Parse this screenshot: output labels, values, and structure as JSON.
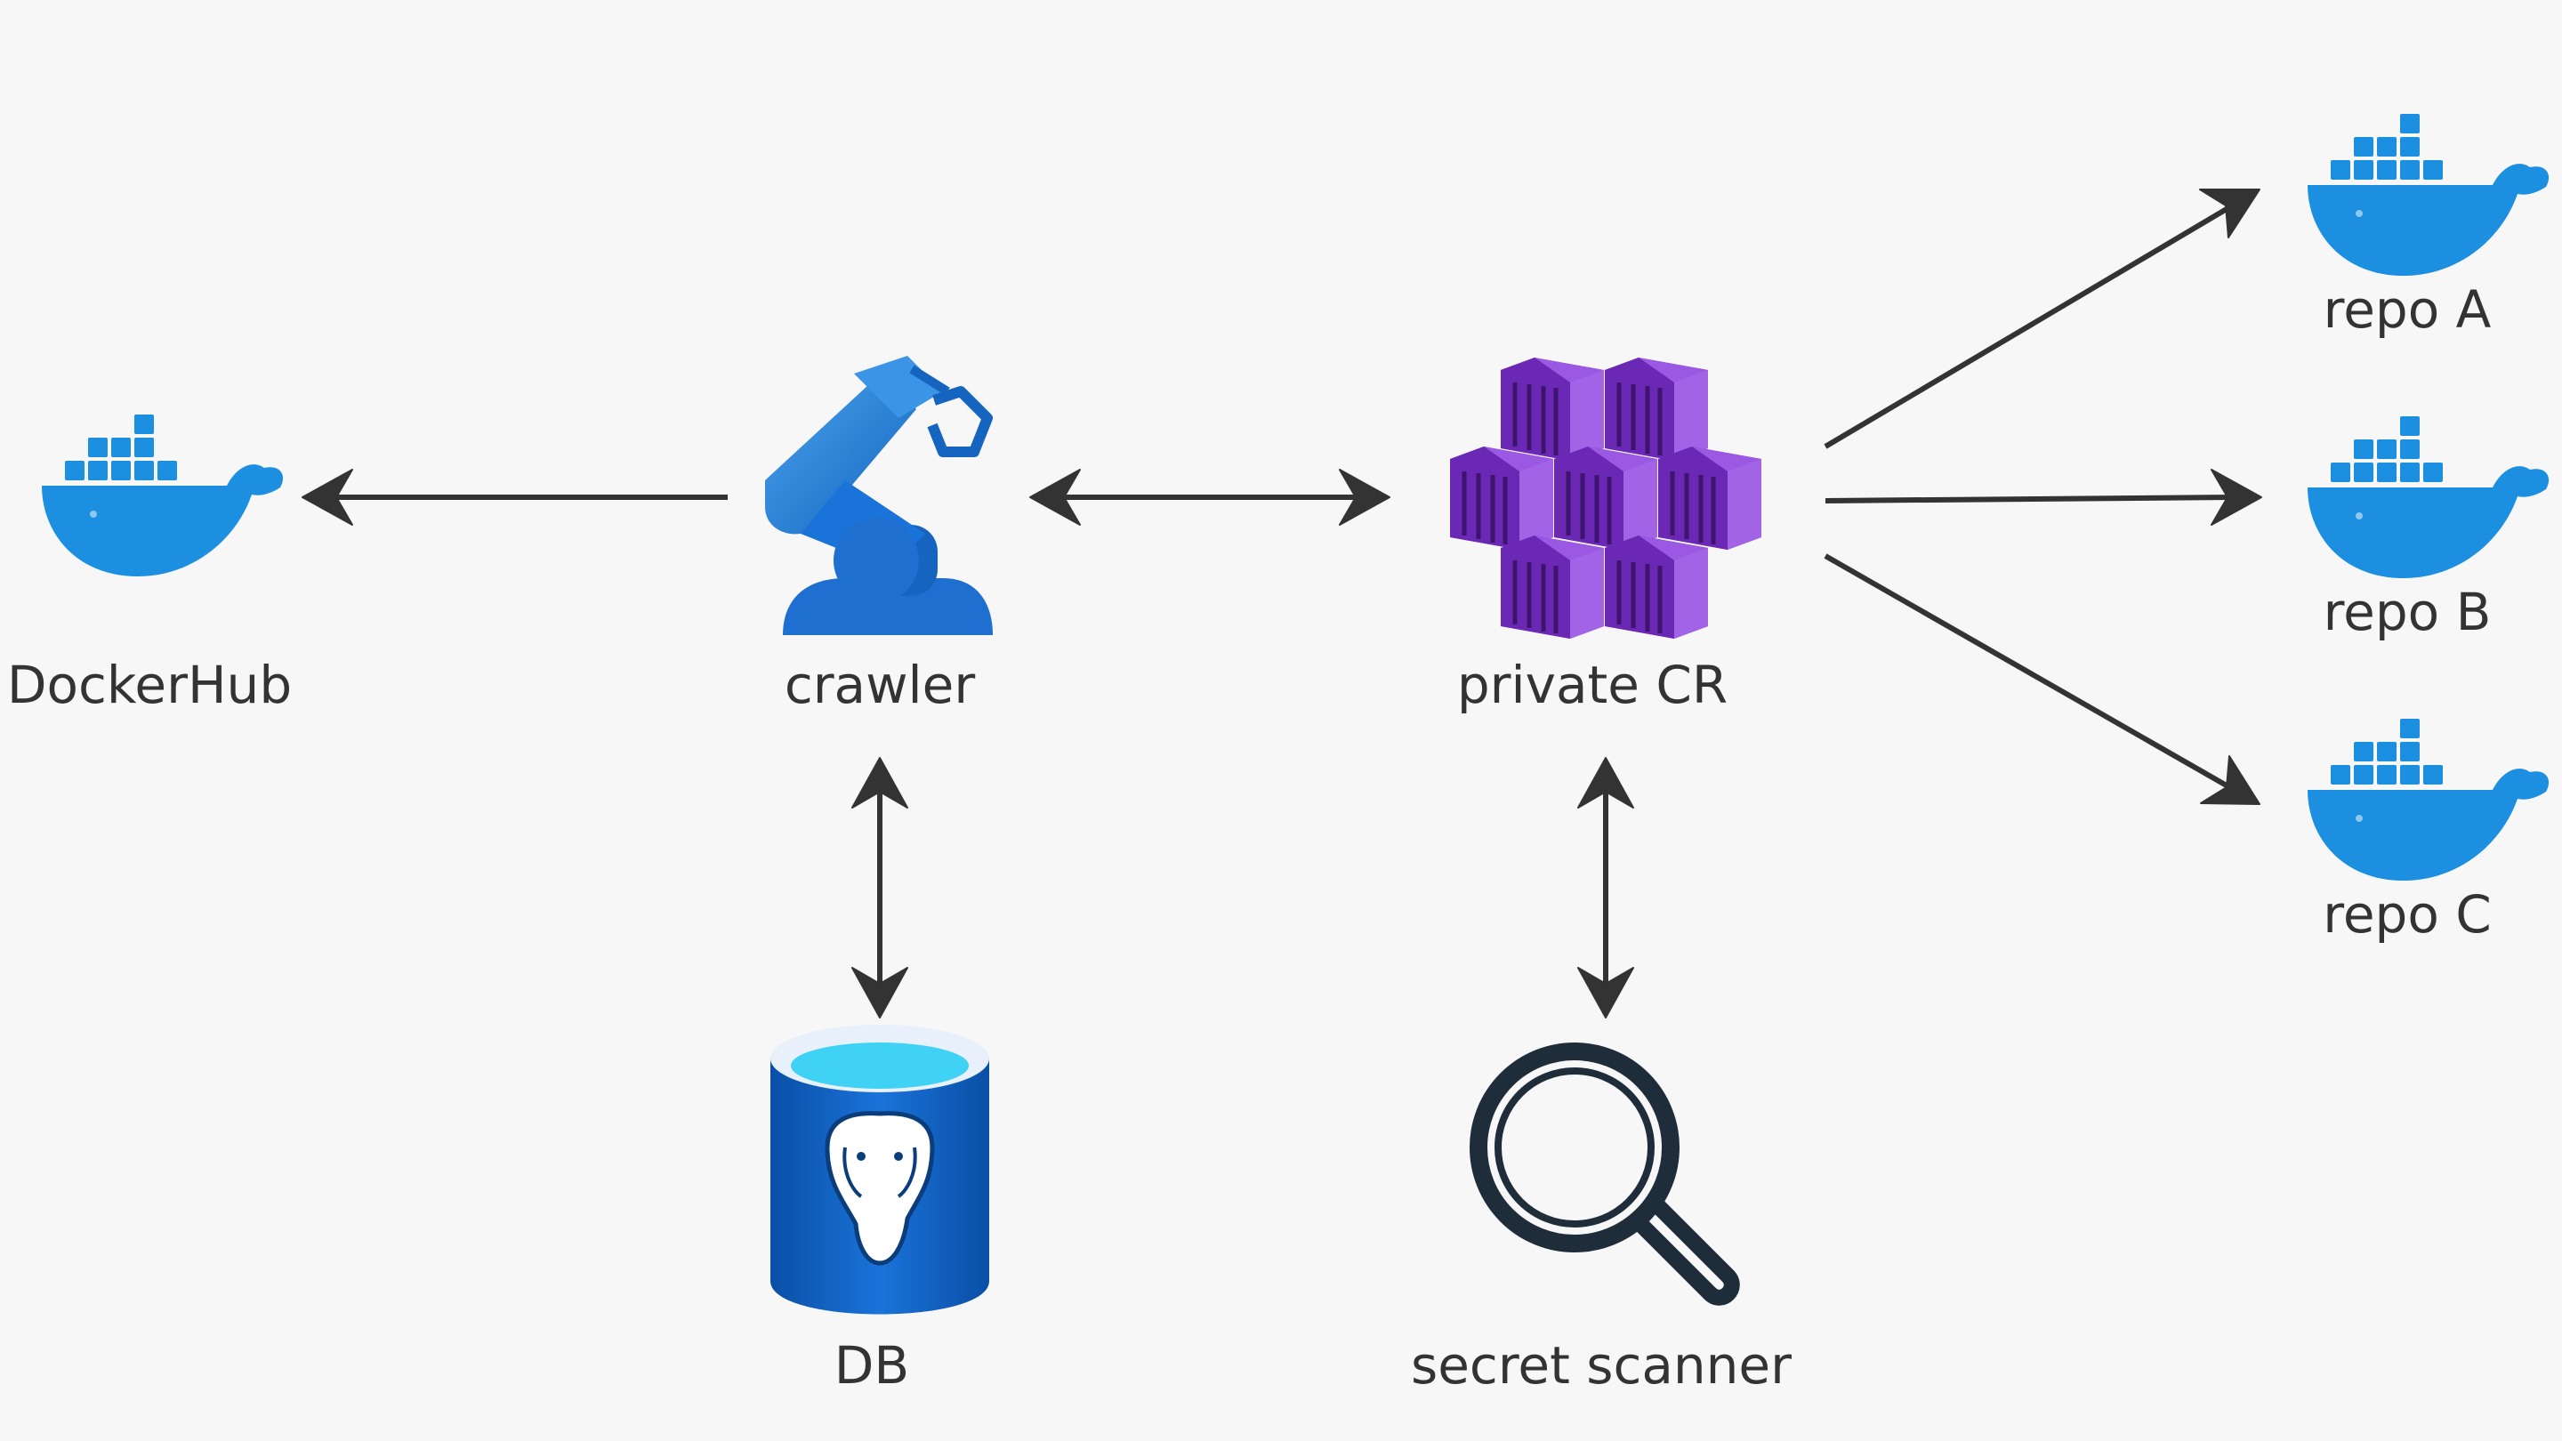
{
  "nodes": {
    "dockerhub": {
      "label": "DockerHub",
      "icon": "docker-whale-icon"
    },
    "crawler": {
      "label": "crawler",
      "icon": "robot-arm-icon"
    },
    "private_cr": {
      "label": "private CR",
      "icon": "container-registry-icon"
    },
    "repo_a": {
      "label": "repo A",
      "icon": "docker-whale-icon"
    },
    "repo_b": {
      "label": "repo B",
      "icon": "docker-whale-icon"
    },
    "repo_c": {
      "label": "repo C",
      "icon": "docker-whale-icon"
    },
    "db": {
      "label": "DB",
      "icon": "postgresql-database-icon"
    },
    "secret_scanner": {
      "label": "secret scanner",
      "icon": "magnifier-icon"
    }
  },
  "edges": [
    {
      "from": "crawler",
      "to": "dockerhub",
      "direction": "one-way"
    },
    {
      "from": "crawler",
      "to": "private_cr",
      "direction": "two-way"
    },
    {
      "from": "crawler",
      "to": "db",
      "direction": "two-way"
    },
    {
      "from": "private_cr",
      "to": "secret_scanner",
      "direction": "two-way"
    },
    {
      "from": "private_cr",
      "to": "repo_a",
      "direction": "one-way"
    },
    {
      "from": "private_cr",
      "to": "repo_b",
      "direction": "one-way"
    },
    {
      "from": "private_cr",
      "to": "repo_c",
      "direction": "one-way"
    }
  ],
  "colors": {
    "background": "#f7f7f7",
    "docker_blue": "#1d8fe0",
    "registry_purple": "#8a3fd1",
    "arrow": "#333333",
    "text": "#333333"
  }
}
